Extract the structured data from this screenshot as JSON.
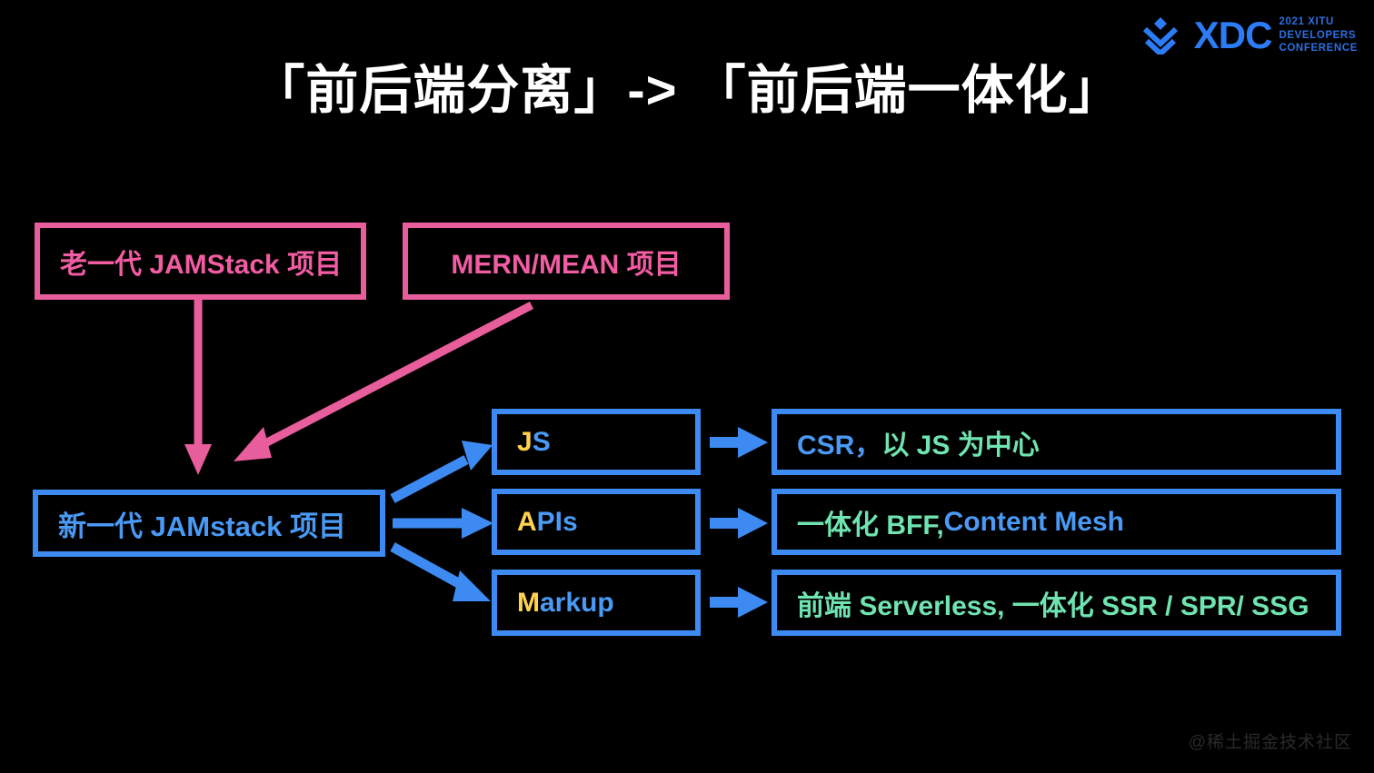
{
  "slide": {
    "background": "#000000",
    "title": "「前后端分离」-> 「前后端一体化」"
  },
  "brand": {
    "logo_icon": "xdc-chevron-diamond-icon",
    "wordmark": "XDC",
    "sub_line1": "2021 XITU",
    "sub_line2": "DEVELOPERS",
    "sub_line3": "CONFERENCE",
    "color": "#2b7cf6"
  },
  "colors": {
    "pink": "#e85d9b",
    "pink_text": "#f25ca2",
    "blue": "#3d8bf2",
    "blue_text": "#4a9af5",
    "yellow": "#ffd34d",
    "green": "#6fe3b0",
    "white": "#ffffff",
    "watermark": "#2a2a2a"
  },
  "legacy_boxes": [
    {
      "id": "old-jamstack",
      "label": "老一代 JAMStack 项目"
    },
    {
      "id": "mern-mean",
      "label": "MERN/MEAN 项目"
    }
  ],
  "source_box": {
    "id": "new-jamstack",
    "label": "新一代 JAMstack 项目"
  },
  "pillars": [
    {
      "id": "js",
      "initial": "J",
      "rest": "S"
    },
    {
      "id": "apis",
      "initial": "A",
      "rest": "PIs"
    },
    {
      "id": "markup",
      "initial": "M",
      "rest": "arkup"
    }
  ],
  "outcomes": [
    {
      "id": "csr",
      "parts": [
        {
          "text": "CSR，",
          "color": "blue"
        },
        {
          "text": "以 JS 为中心",
          "color": "green"
        }
      ]
    },
    {
      "id": "bff",
      "parts": [
        {
          "text": "一体化 BFF, ",
          "color": "green"
        },
        {
          "text": "Content Mesh",
          "color": "blue"
        }
      ]
    },
    {
      "id": "serverless",
      "parts": [
        {
          "text": "前端 Serverless, 一体化 SSR / SPR/ SSG",
          "color": "green"
        }
      ]
    }
  ],
  "arrows": [
    {
      "id": "old-jamstack-to-new",
      "from": "old-jamstack",
      "to": "new-jamstack",
      "color": "#e85d9b"
    },
    {
      "id": "mern-mean-to-new",
      "from": "mern-mean",
      "to": "new-jamstack",
      "color": "#e85d9b"
    },
    {
      "id": "new-to-js",
      "from": "new-jamstack",
      "to": "js",
      "color": "#3d8bf2"
    },
    {
      "id": "new-to-apis",
      "from": "new-jamstack",
      "to": "apis",
      "color": "#3d8bf2"
    },
    {
      "id": "new-to-markup",
      "from": "new-jamstack",
      "to": "markup",
      "color": "#3d8bf2"
    },
    {
      "id": "js-to-csr",
      "from": "js",
      "to": "csr",
      "color": "#3d8bf2"
    },
    {
      "id": "apis-to-bff",
      "from": "apis",
      "to": "bff",
      "color": "#3d8bf2"
    },
    {
      "id": "markup-to-serverless",
      "from": "markup",
      "to": "serverless",
      "color": "#3d8bf2"
    }
  ],
  "watermark": "@稀土掘金技术社区"
}
